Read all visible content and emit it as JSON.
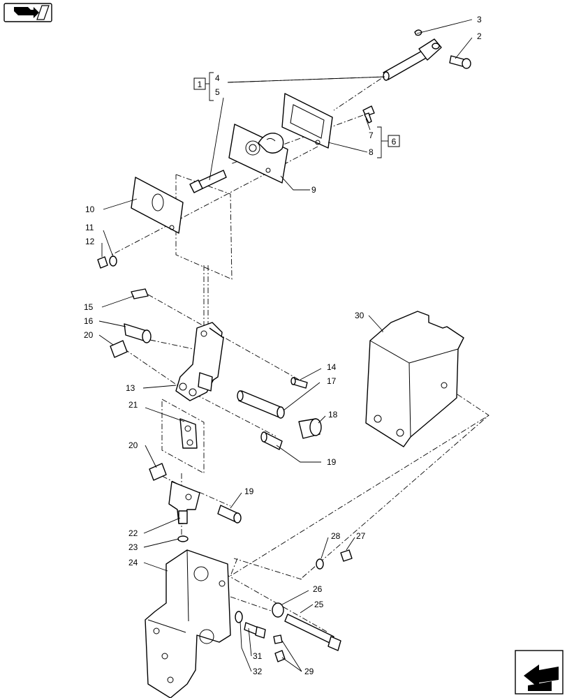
{
  "icons": {
    "top_left": "book-arrow-icon",
    "bottom_right": "next-page-arrow-icon"
  },
  "groups": {
    "g1": "1",
    "g6": "6"
  },
  "callouts": {
    "c2": "2",
    "c3": "3",
    "c4": "4",
    "c5": "5",
    "c7": "7",
    "c8": "8",
    "c9": "9",
    "c10": "10",
    "c11": "11",
    "c12": "12",
    "c13": "13",
    "c14": "14",
    "c15": "15",
    "c16": "16",
    "c17": "17",
    "c18": "18",
    "c19a": "19",
    "c19b": "19",
    "c20a": "20",
    "c20b": "20",
    "c21": "21",
    "c22": "22",
    "c23": "23",
    "c24": "24",
    "c25": "25",
    "c26": "26",
    "c27": "27",
    "c28": "28",
    "c29": "29",
    "c30": "30",
    "c31": "31",
    "c32": "32"
  }
}
